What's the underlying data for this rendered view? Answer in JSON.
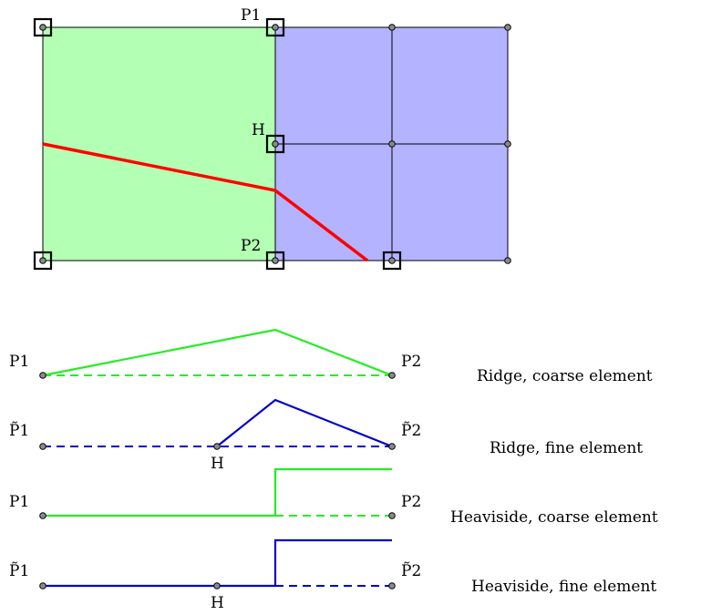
{
  "colors": {
    "coarse_fill": "#b3ffb3",
    "fine_fill": "#b3b3ff",
    "crack": "#ff0000",
    "coarse_line": "#22ee22",
    "fine_line": "#0000cc"
  },
  "mesh": {
    "labels": {
      "p1": "P1",
      "h": "H",
      "p2": "P2"
    }
  },
  "rows": [
    {
      "left_label": "P1",
      "right_label": "P2",
      "mid_label": "",
      "caption": "Ridge, coarse element"
    },
    {
      "left_label": "P̃1",
      "right_label": "P̃2",
      "mid_label": "H",
      "caption": "Ridge, fine element"
    },
    {
      "left_label": "P1",
      "right_label": "P2",
      "mid_label": "",
      "caption": "Heaviside, coarse element"
    },
    {
      "left_label": "P̃1",
      "right_label": "P̃2",
      "mid_label": "H",
      "caption": "Heaviside, fine element"
    }
  ]
}
